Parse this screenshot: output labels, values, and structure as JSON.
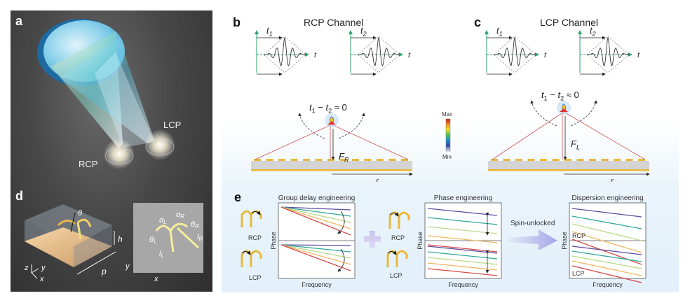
{
  "figure": {
    "panels": {
      "a": {
        "letter": "a",
        "labels": {
          "rcp": "RCP",
          "lcp": "LCP"
        }
      },
      "d": {
        "letter": "d",
        "unit_cell_labels": {
          "theta": "θ",
          "h": "h",
          "p": "p"
        },
        "axes_3d": {
          "z": "z",
          "y": "y",
          "x": "x"
        },
        "top_view_labels": {
          "alpha_L": "α",
          "alpha_L_sub": "L",
          "alpha_R": "α",
          "alpha_R_sub": "R",
          "theta_L": "θ",
          "theta_L_sub": "L",
          "theta_R": "θ",
          "theta_R_sub": "R",
          "l_L": "l",
          "l_L_sub": "L",
          "l_R": "l",
          "l_R_sub": "R",
          "axis_y": "y",
          "axis_x": "x"
        }
      },
      "b": {
        "letter": "b",
        "title": "RCP Channel",
        "pulse_labels": [
          {
            "t": "t",
            "sub": "1"
          },
          {
            "t": "t",
            "sub": "2"
          }
        ],
        "time_axis": "t",
        "condition": {
          "a": "t",
          "a_sub": "1",
          "minus": " − ",
          "b": "t",
          "b_sub": "2",
          "rest": " ≈ 0"
        },
        "focal": {
          "F": "F",
          "sub": "R"
        },
        "radial": "r"
      },
      "c": {
        "letter": "c",
        "title": "LCP Channel",
        "pulse_labels": [
          {
            "t": "t",
            "sub": "1"
          },
          {
            "t": "t",
            "sub": "2"
          }
        ],
        "time_axis": "t",
        "condition": {
          "a": "t",
          "a_sub": "1",
          "minus": " − ",
          "b": "t",
          "b_sub": "2",
          "rest": " ≈ 0"
        },
        "focal": {
          "F": "F",
          "sub": "L"
        },
        "radial": "r"
      },
      "colorbar": {
        "max": "Max",
        "min": "Min",
        "stops": [
          "#c81e1e",
          "#f08c1e",
          "#f5e11e",
          "#46c35a",
          "#1e8cd2",
          "#3246a0",
          "#e6ebf5"
        ]
      },
      "e": {
        "letter": "e",
        "group_delay": {
          "title": "Group delay engineering",
          "xlabel": "Frequency",
          "ylabel": "Phase",
          "atoms": [
            "RCP",
            "LCP"
          ]
        },
        "phase": {
          "title": "Phase engineering",
          "xlabel": "Frequency",
          "ylabel": "Phase",
          "atoms": [
            "RCP",
            "LCP"
          ]
        },
        "spin_unlocked": "Spin-unlocked",
        "dispersion": {
          "title": "Dispersion engineering",
          "xlabel": "Frequency",
          "ylabel": "Phase",
          "sublabels": [
            "RCP",
            "LCP"
          ]
        },
        "line_colors": [
          "#5a4aa0",
          "#2fa89a",
          "#b8d88a",
          "#f0b860",
          "#d84848"
        ]
      }
    }
  }
}
